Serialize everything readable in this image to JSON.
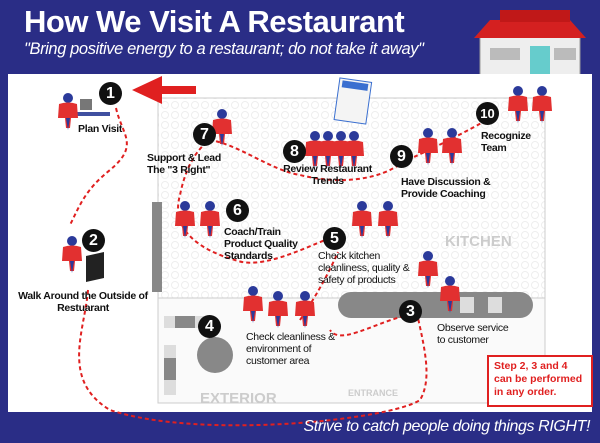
{
  "header": {
    "title": "How We Visit A Restaurant",
    "subtitle": "\"Bring positive energy to a restaurant; do not take it away\""
  },
  "zones": {
    "kitchen": "KITCHEN",
    "exterior": "EXTERIOR",
    "entrance": "ENTRANCE"
  },
  "steps": [
    {
      "number": "1",
      "label": "Plan Visit"
    },
    {
      "number": "2",
      "label": "Walk Around the Outside of Restuarant"
    },
    {
      "number": "3",
      "label": "Observe service to customer"
    },
    {
      "number": "4",
      "label": "Check cleanliness & environment of customer area"
    },
    {
      "number": "5",
      "label": "Check kitchen cleanliness, quality & safety of products"
    },
    {
      "number": "6",
      "label": "Coach/Train Product Quality Standards"
    },
    {
      "number": "7",
      "label": "Support & Lead The \"3 Right\""
    },
    {
      "number": "8",
      "label": "Review Restaurant Trends"
    },
    {
      "number": "9",
      "label": "Have Discussion & Provide Coaching"
    },
    {
      "number": "10",
      "label": "Recognize Team"
    }
  ],
  "note": "Step 2, 3 and 4 can be performed in any order.",
  "footer": "Strive to catch people doing things RIGHT!",
  "colors": {
    "background": "#2a2d86",
    "accent": "#e02020",
    "step_circle": "#111111"
  }
}
